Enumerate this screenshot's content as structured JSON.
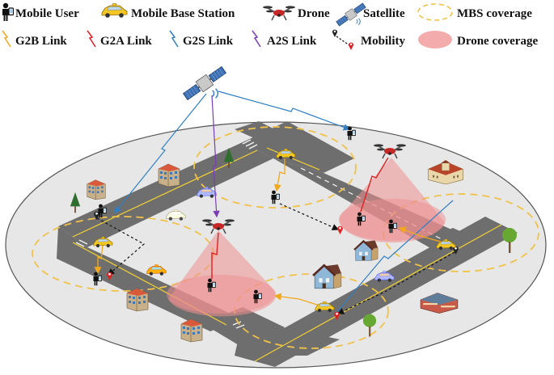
{
  "legend": {
    "row1": [
      {
        "label": "Mobile User",
        "icon": "mobile-user-icon"
      },
      {
        "label": "Mobile Base Station",
        "icon": "taxi-car-icon"
      },
      {
        "label": "Drone",
        "icon": "drone-icon"
      },
      {
        "label": "Satellite",
        "icon": "satellite-icon"
      },
      {
        "label": "MBS coverage",
        "icon": "dashed-ellipse-icon"
      }
    ],
    "row2": [
      {
        "label": "G2B Link",
        "icon": "g2b-link-icon"
      },
      {
        "label": "G2A Link",
        "icon": "g2a-link-icon"
      },
      {
        "label": "G2S Link",
        "icon": "g2s-link-icon"
      },
      {
        "label": "A2S Link",
        "icon": "a2s-link-icon"
      },
      {
        "label": "Mobility",
        "icon": "mobility-icon"
      },
      {
        "label": "Drone coverage",
        "icon": "red-ellipse-icon"
      }
    ]
  },
  "colors": {
    "g2b": "#f2a81d",
    "g2a": "#e02020",
    "g2s": "#2f7fc6",
    "a2s": "#7a3db5",
    "mbs_coverage": "#f0c24a",
    "drone_coverage": "#ef8f8f",
    "road": "#6e6e6e",
    "ground": "#e7e7e7"
  }
}
